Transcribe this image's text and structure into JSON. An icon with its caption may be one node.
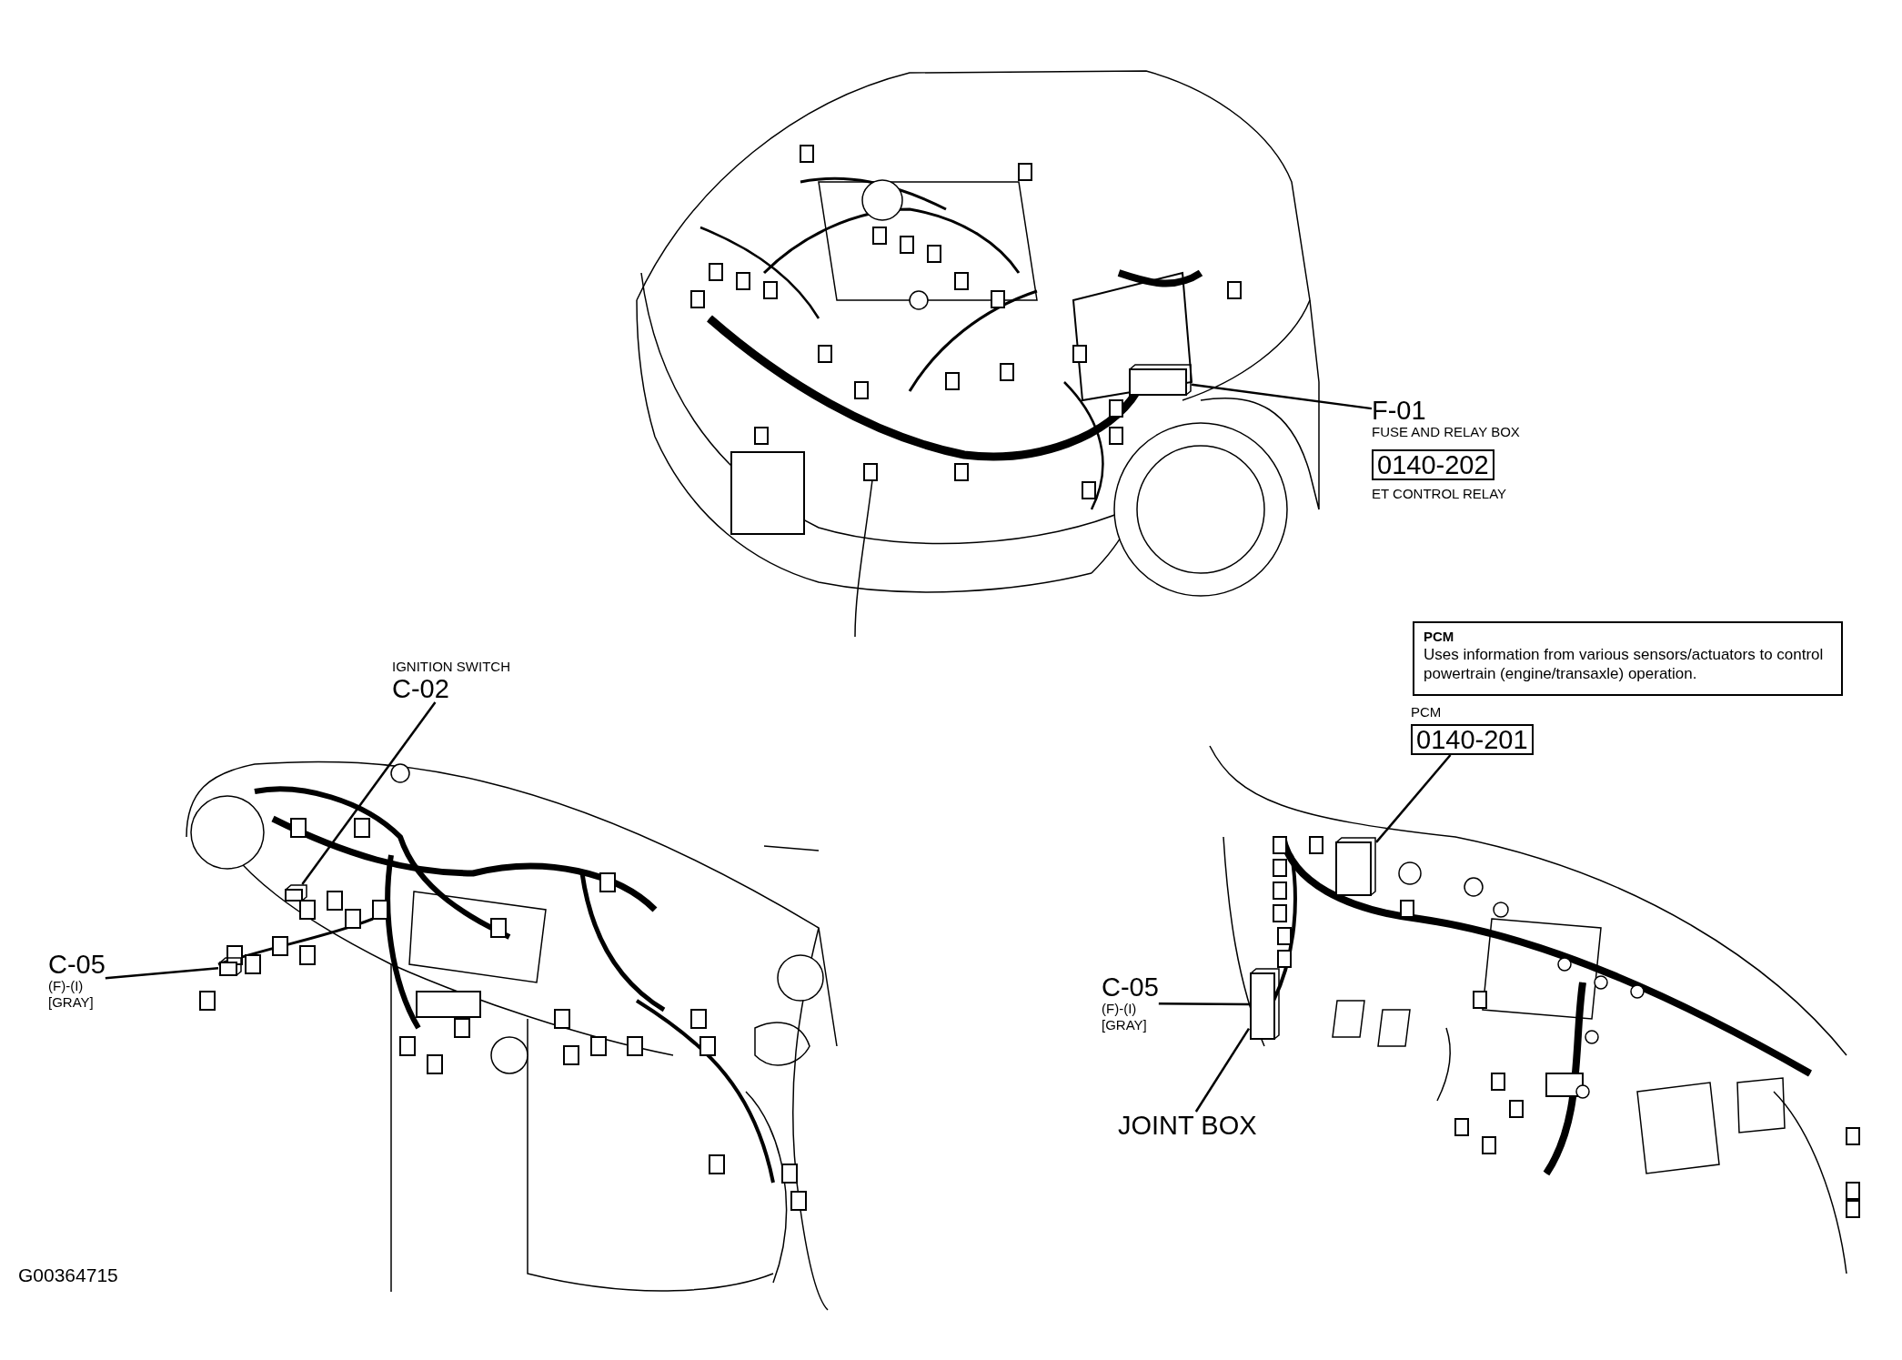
{
  "diagram": {
    "nodes": [
      {
        "text": [
          "F-01",
          "FUSE AND RELAY BOX"
        ]
      },
      {
        "text": [
          "0140-202"
        ],
        "beside": [
          "ET CONTROL RELAY"
        ]
      },
      {
        "text": [],
        "shape": "box"
      },
      {
        "text": [
          "IGNITION SWITCH",
          "C-02"
        ]
      },
      {
        "text": [],
        "shape": "box"
      },
      {
        "text": [
          "C-05",
          "(F)-(I)",
          "[GRAY]"
        ]
      },
      {
        "text": [],
        "shape": "box"
      },
      {
        "text": [
          "PCM",
          "Uses information from various sensors/actuators to control powertrain (engine/transaxle) operation."
        ]
      },
      {
        "text": [
          "PCM",
          "0140-201"
        ]
      },
      {
        "text": [],
        "shape": "box"
      },
      {
        "text": [
          "C-05",
          "(F)-(I)",
          "[GRAY]"
        ]
      },
      {
        "text": [],
        "shape": "box"
      },
      {
        "text": [
          "JOINT BOX"
        ]
      }
    ],
    "edges": [
      {
        "from": 0,
        "to": 2,
        "arrow": "none"
      },
      {
        "from": 3,
        "to": 4,
        "arrow": "none"
      },
      {
        "from": 5,
        "to": 6,
        "arrow": "none"
      },
      {
        "from": 8,
        "to": 9,
        "arrow": "none"
      },
      {
        "from": 10,
        "to": 11,
        "arrow": "none"
      },
      {
        "from": 12,
        "to": 11,
        "arrow": "none"
      }
    ],
    "labels": [
      "G00364715"
    ]
  }
}
